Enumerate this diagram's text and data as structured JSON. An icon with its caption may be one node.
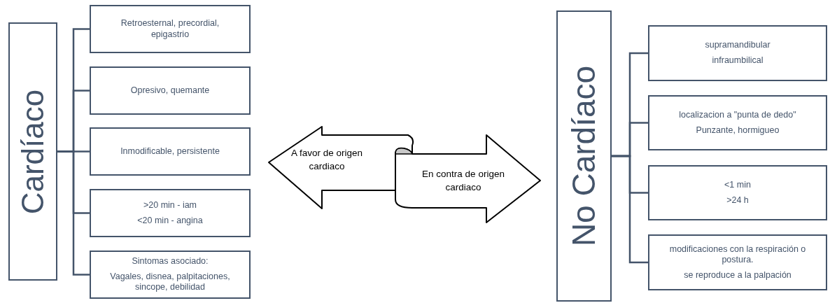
{
  "diagram": {
    "nodes": [
      {
        "text": [
          "Cardíaco"
        ]
      },
      {
        "text": [
          "Retroesternal, precordial, epigastrio"
        ]
      },
      {
        "text": [
          "Opresivo, quemante"
        ]
      },
      {
        "text": [
          "Inmodificable, persistente"
        ]
      },
      {
        "text": [
          ">20 min - iam",
          "<20 min - angina"
        ]
      },
      {
        "text": [
          "Sintomas asociado:",
          "Vagales, disnea, palpitaciones, sincope, debilidad"
        ]
      },
      {
        "text": [
          "A favor de origen cardiaco"
        ]
      },
      {
        "text": [
          "En contra de origen cardiaco"
        ]
      },
      {
        "text": [
          "No Cardíaco"
        ]
      },
      {
        "text": [
          "supramandibular",
          "infraumbilical"
        ]
      },
      {
        "text": [
          "localizacion a \"punta de dedo\"",
          "Punzante, hormigueo"
        ]
      },
      {
        "text": [
          "<1 min",
          ">24 h"
        ]
      },
      {
        "text": [
          "modificaciones con la respiración o postura.",
          "se reproduce a la palpación"
        ]
      }
    ],
    "edges": [
      {
        "from": 0,
        "to": 1,
        "arrow": "none"
      },
      {
        "from": 0,
        "to": 2,
        "arrow": "none"
      },
      {
        "from": 0,
        "to": 3,
        "arrow": "none"
      },
      {
        "from": 0,
        "to": 4,
        "arrow": "none"
      },
      {
        "from": 0,
        "to": 5,
        "arrow": "none"
      },
      {
        "from": 8,
        "to": 9,
        "arrow": "none"
      },
      {
        "from": 8,
        "to": 10,
        "arrow": "none"
      },
      {
        "from": 8,
        "to": 11,
        "arrow": "none"
      },
      {
        "from": 8,
        "to": 12,
        "arrow": "none"
      }
    ]
  }
}
